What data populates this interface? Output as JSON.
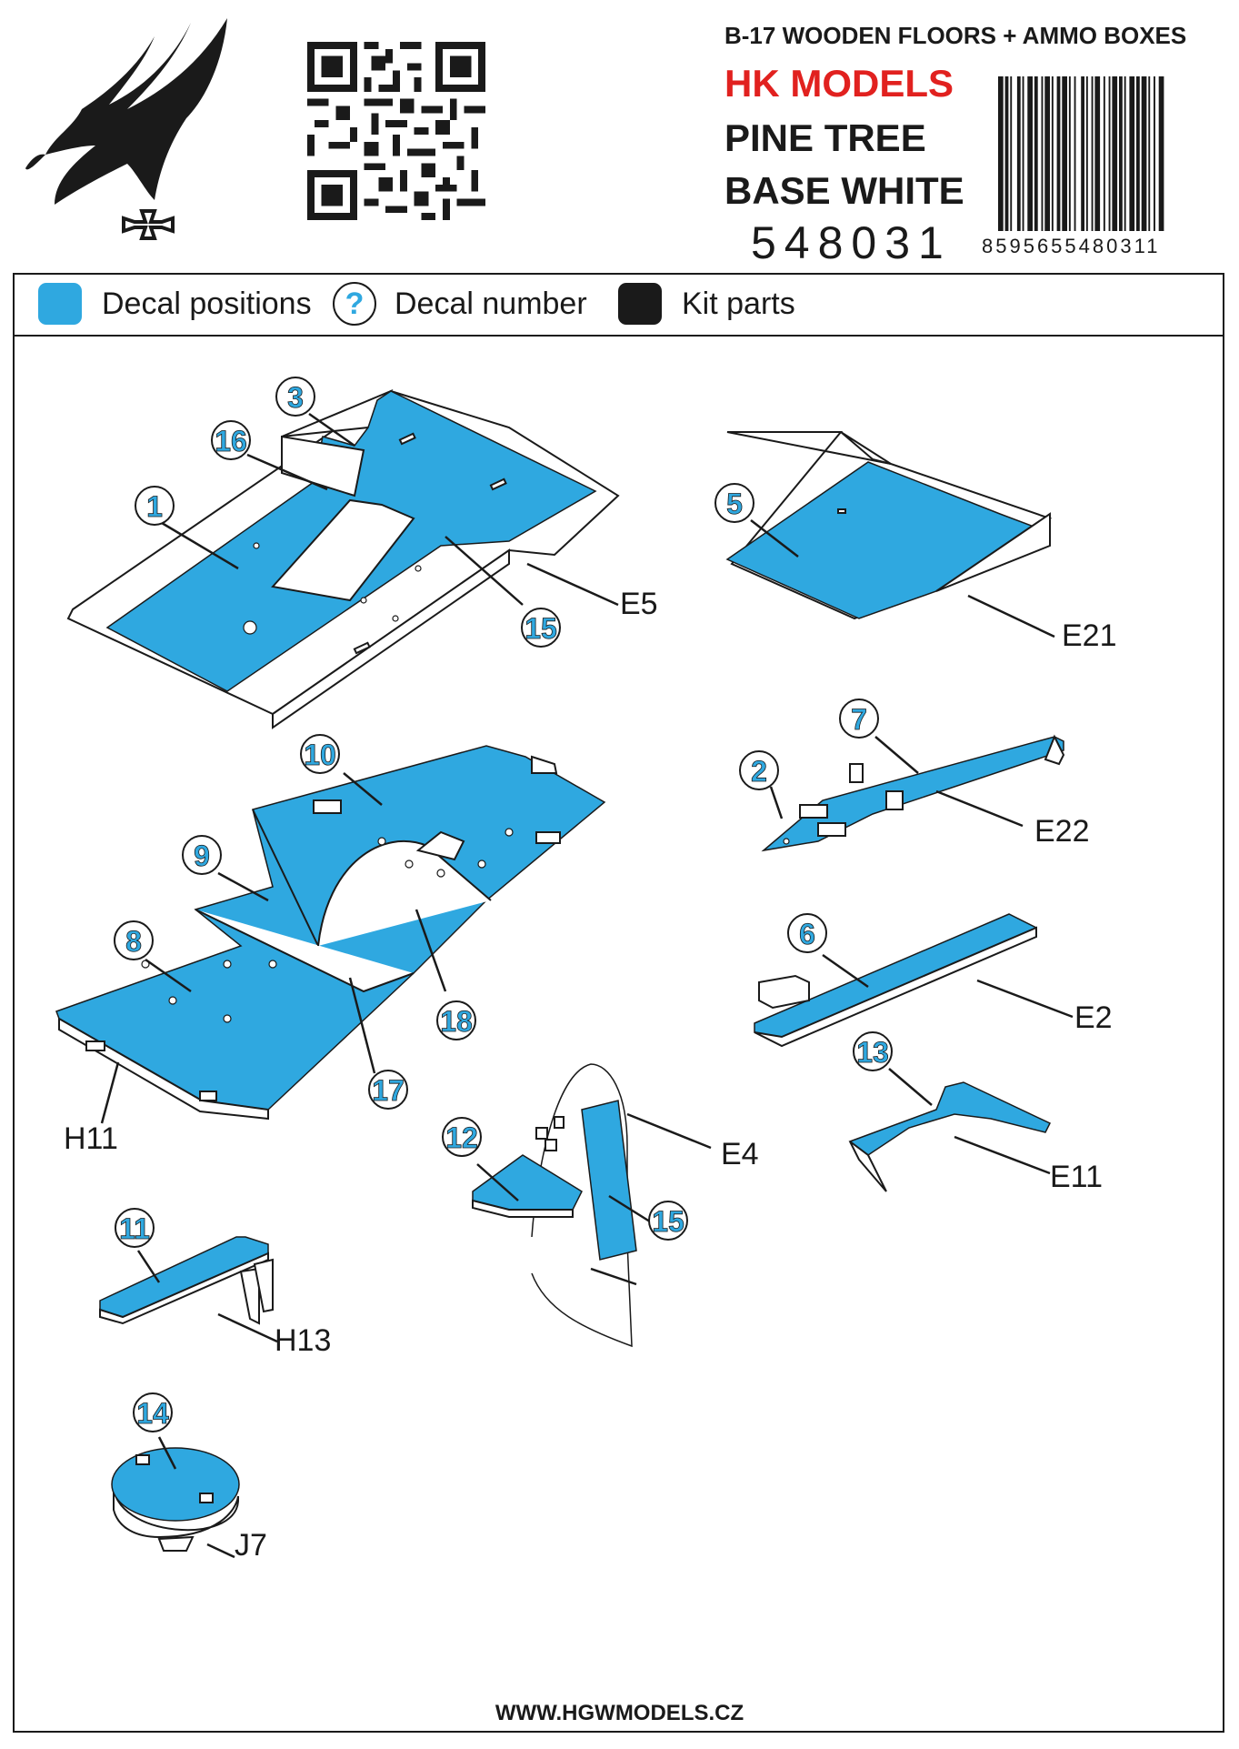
{
  "header": {
    "title": "B-17 WOODEN FLOORS + AMMO BOXES",
    "brand": "HK MODELS",
    "wood": "PINE TREE",
    "base": "BASE WHITE",
    "code": "548031",
    "barcode_digits": "8595655480311"
  },
  "legend": {
    "positions": "Decal positions",
    "number": "Decal number",
    "number_symbol": "?",
    "parts": "Kit parts"
  },
  "colors": {
    "decal": "#2fa8e0",
    "brand_red": "#e1211f",
    "ink": "#1a1a1a"
  },
  "decals": [
    "1",
    "2",
    "3",
    "5",
    "6",
    "7",
    "8",
    "9",
    "10",
    "11",
    "12",
    "13",
    "14",
    "15",
    "16",
    "17",
    "18"
  ],
  "parts": [
    "E5",
    "E21",
    "E22",
    "E2",
    "E4",
    "E11",
    "H11",
    "H13",
    "J7"
  ],
  "footer": "WWW.HGWMODELS.CZ"
}
